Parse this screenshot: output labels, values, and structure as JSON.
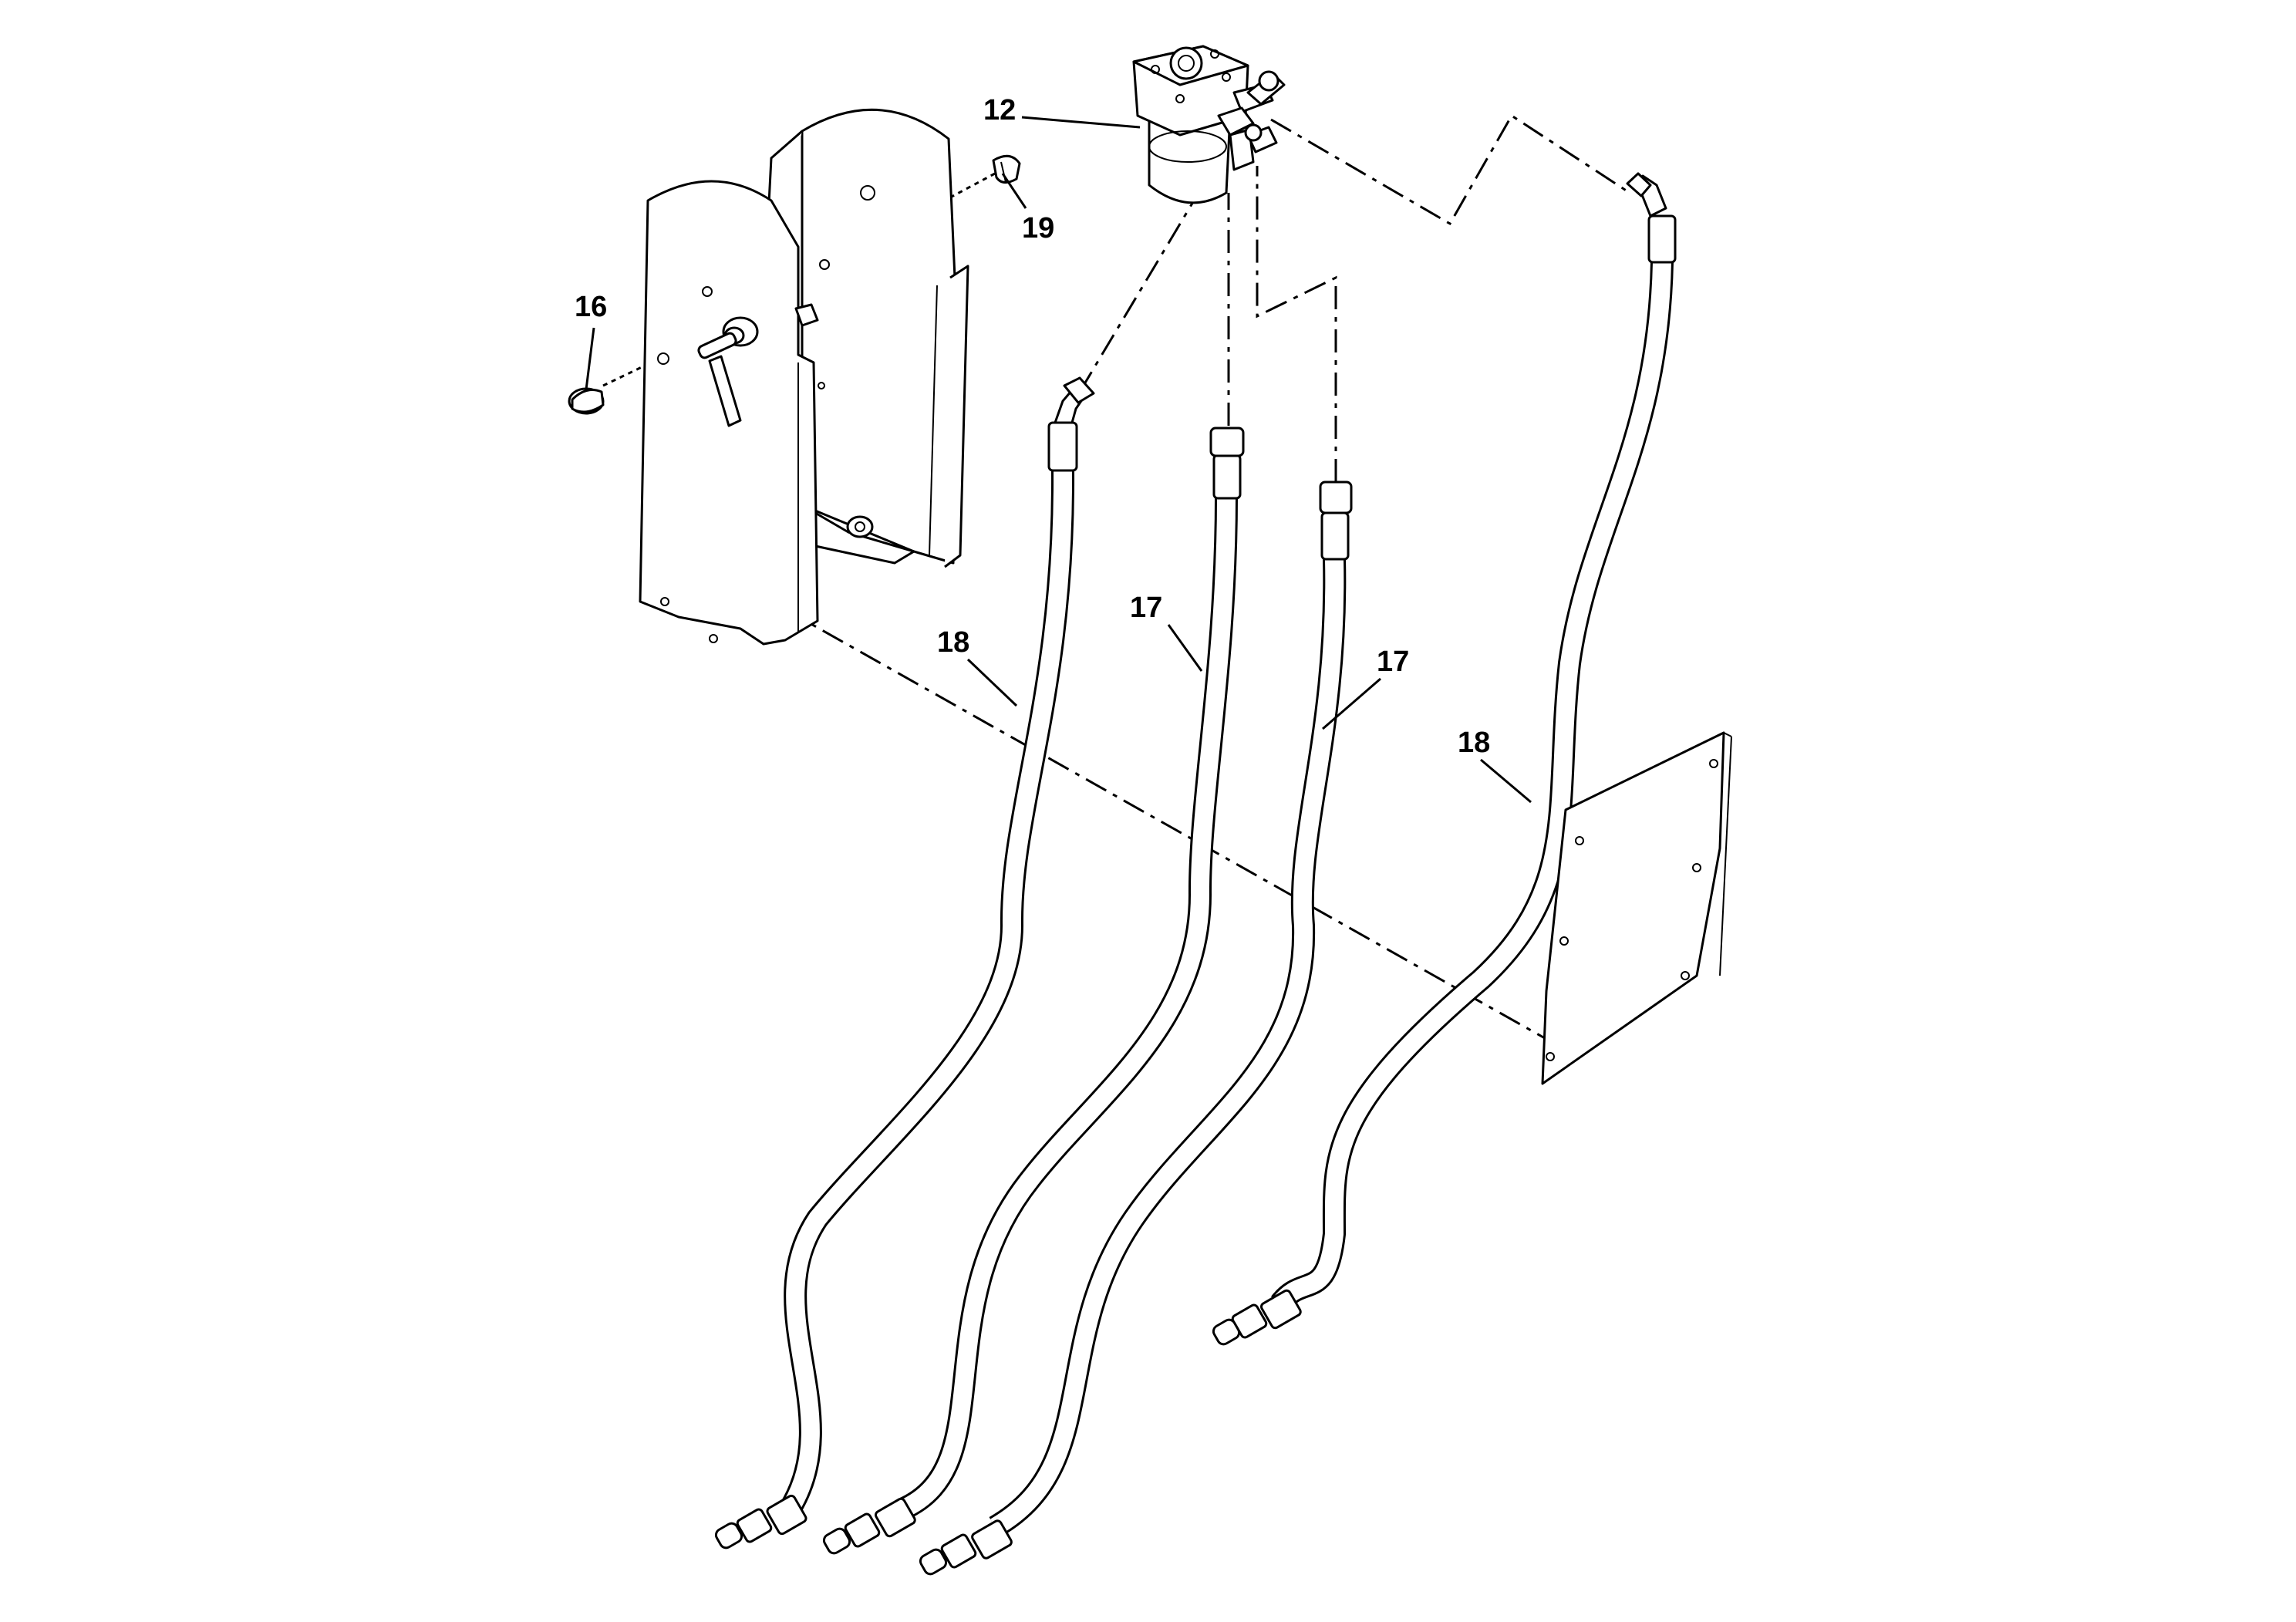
{
  "callouts": {
    "steering_unit": "12",
    "cap": "16",
    "hose_left": "18",
    "hose_mid1": "17",
    "hose_mid2": "17",
    "hose_right": "18",
    "clip": "19"
  }
}
